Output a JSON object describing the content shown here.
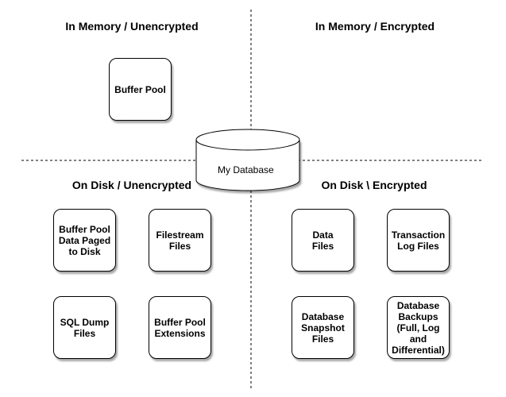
{
  "quadrants": {
    "memory_unencrypted": "In Memory / Unencrypted",
    "memory_encrypted": "In Memory / Encrypted",
    "disk_unencrypted": "On Disk / Unencrypted",
    "disk_encrypted": "On Disk \\ Encrypted"
  },
  "database": {
    "label": "My Database"
  },
  "boxes": {
    "buffer_pool": "Buffer Pool",
    "buffer_pool_paged": "Buffer Pool\nData Paged\nto Disk",
    "filestream": "Filestream\nFiles",
    "sql_dump": "SQL Dump\nFiles",
    "buffer_pool_ext": "Buffer Pool\nExtensions",
    "data_files": "Data\nFiles",
    "transaction_log": "Transaction\nLog Files",
    "snapshot_files": "Database\nSnapshot\nFiles",
    "backups": "Database\nBackups\n(Full, Log\nand\nDifferential)"
  },
  "colors": {
    "line": "#000000",
    "box_fill": "#ffffff",
    "background": "#ffffff"
  }
}
